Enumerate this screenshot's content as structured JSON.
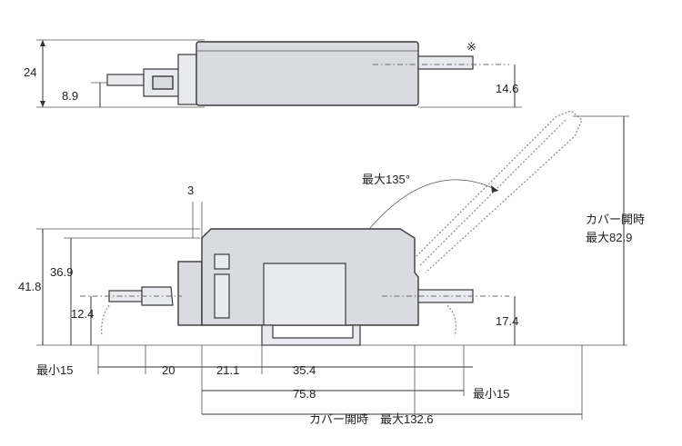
{
  "dims": {
    "d24": "24",
    "d8_9": "8.9",
    "d14_6": "14.6",
    "note_mark": "※",
    "d3": "3",
    "max135": "最大135°",
    "cover_open": "カバー開時",
    "max82_9": "最大82.9",
    "d36_9": "36.9",
    "d41_8": "41.8",
    "d12_4": "12.4",
    "d17_4": "17.4",
    "min15_left": "最小15",
    "d20": "20",
    "d21_1": "21.1",
    "d35_4": "35.4",
    "d75_8": "75.8",
    "min15_right": "最小15",
    "cover_open_max": "カバー開時　最大132.6"
  },
  "colors": {
    "body_fill": "#d9dbe0",
    "line": "#333333"
  }
}
